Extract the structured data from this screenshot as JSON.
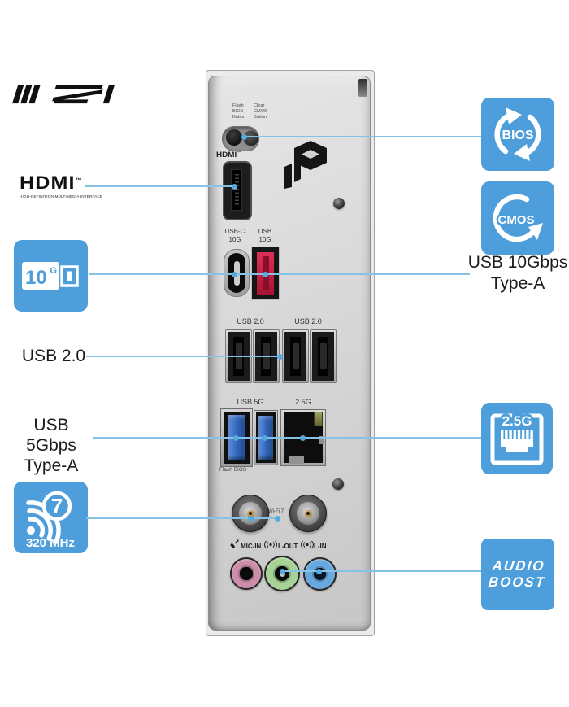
{
  "colors": {
    "accent": "#4d9edb",
    "line": "#85c3e6",
    "text": "#1d1d1d",
    "usb_red": "#c21e42",
    "usb_blue": "#2f63ba"
  },
  "branding": {
    "msi": "MSI",
    "hdmi": "HDMI",
    "hdmi_tm": "™",
    "hdmi_sub": "HIGH-DEFINITION MULTIMEDIA INTERFACE"
  },
  "left_callouts": {
    "usb10g_badge": {
      "num": "10",
      "g": "G"
    },
    "usb20_label": "USB 2.0",
    "usb5g_label": [
      "USB 5Gbps",
      "Type-A"
    ],
    "wifi_badge": {
      "seven": "7",
      "freq": "320 MHz"
    }
  },
  "panel": {
    "flash_bios_btn": [
      "Flash",
      "BIOS",
      "Button"
    ],
    "clear_cmos_btn": [
      "Clear",
      "CMOS",
      "Button"
    ],
    "hdmi_label": "HDMI",
    "hdmi_label_tm": "™",
    "usbc_label": [
      "USB-C",
      "10G"
    ],
    "usba10_label": [
      "USB",
      "10G"
    ],
    "usb20_label_left": "USB 2.0",
    "usb20_label_right": "USB 2.0",
    "usb5g_label": "USB 5G",
    "lan_label": "2.5G",
    "flash_bios_label": "Flash BIOS",
    "wifi_label": "Wi-Fi 7",
    "audio_labels": {
      "mic": "MIC-IN",
      "lout": "L-OUT",
      "lin": "L-IN"
    }
  },
  "right_callouts": {
    "bios": "BIOS",
    "cmos": "CMOS",
    "usb10g_text": [
      "USB 10Gbps",
      "Type-A"
    ],
    "lan_badge": "2.5G",
    "audio_boost": [
      "AUDIO",
      "BOOST"
    ]
  }
}
